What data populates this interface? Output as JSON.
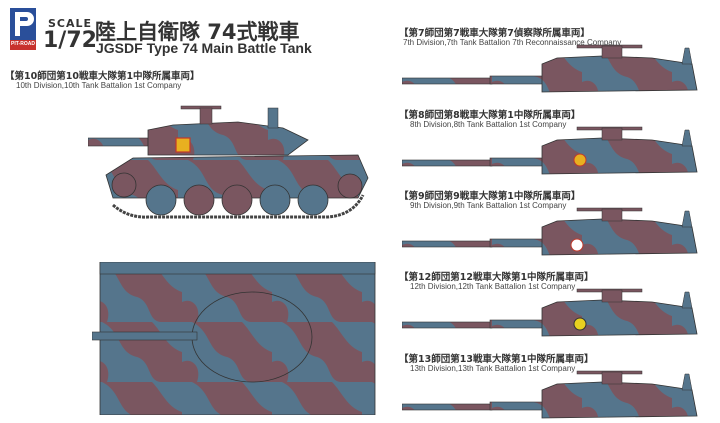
{
  "header": {
    "brand": "PIT-ROAD",
    "scale_label": "SCALE",
    "scale_value": "1/72",
    "title_jp": "陸上自衛隊 74式戦車",
    "title_en": "JGSDF Type 74 Main Battle Tank"
  },
  "colors": {
    "camo_blue": "#55758c",
    "camo_brown": "#7a5660",
    "logo_blue": "#2a4f9a",
    "logo_red": "#c8322d"
  },
  "left": {
    "caption_jp": "【第10師団第10戦車大隊第1中隊所属車両】",
    "caption_en": "10th Division,10th Tank Battalion 1st Company"
  },
  "variants": [
    {
      "caption_jp": "【第7師団第7戦車大隊第7偵察隊所属車両】",
      "caption_en": "7th Division,7th Tank Battalion 7th Reconnaissance Company"
    },
    {
      "caption_jp": "【第8師団第8戦車大隊第1中隊所属車両】",
      "caption_en": "8th Division,8th Tank Battalion 1st Company"
    },
    {
      "caption_jp": "【第9師団第9戦車大隊第1中隊所属車両】",
      "caption_en": "9th Division,9th Tank Battalion 1st Company"
    },
    {
      "caption_jp": "【第12師団第12戦車大隊第1中隊所属車両】",
      "caption_en": "12th Division,12th Tank Battalion 1st Company"
    },
    {
      "caption_jp": "【第13師団第13戦車大隊第1中隊所属車両】",
      "caption_en": "13th Division,13th Tank Battalion 1st Company"
    }
  ]
}
